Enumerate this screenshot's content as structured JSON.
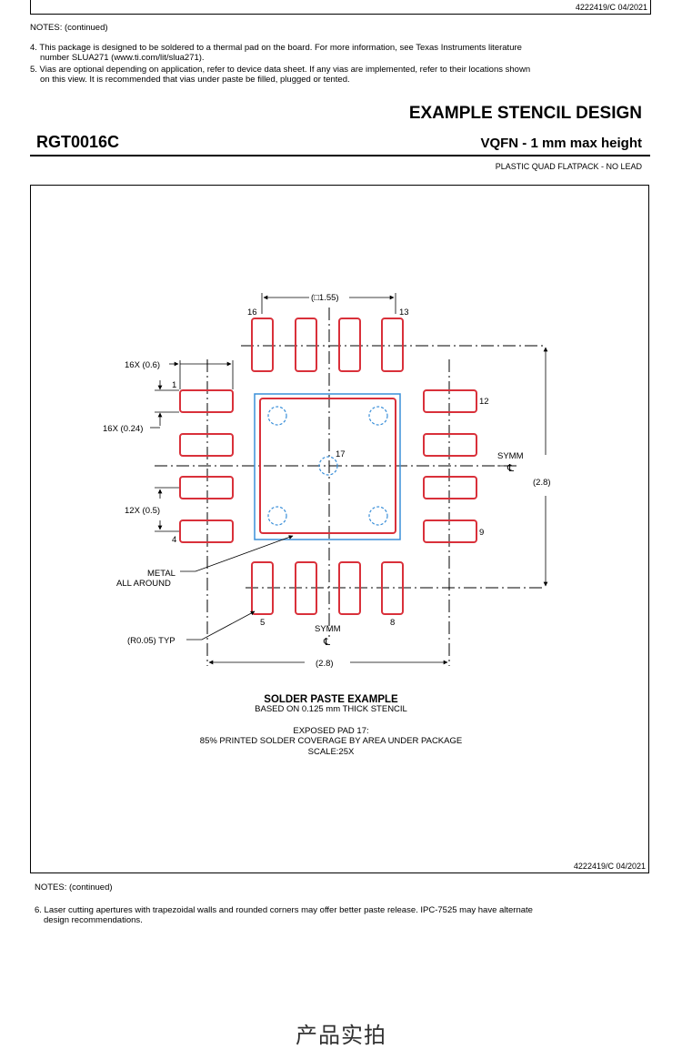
{
  "top": {
    "doc_ref": "4222419/C  04/2021"
  },
  "notes_top": {
    "heading": "NOTES: (continued)",
    "note4_line1": "4. This package is designed to be soldered to a thermal pad on the board. For more information, see Texas Instruments literature",
    "note4_line2": "number SLUA271 (www.ti.com/lit/slua271).",
    "note5_line1": "5. Vias are optional depending on application, refer to device data sheet. If any vias are implemented, refer to their locations shown",
    "note5_line2": "on this view. It is recommended that vias under paste be filled, plugged or tented."
  },
  "header": {
    "stencil_title": "EXAMPLE STENCIL DESIGN",
    "package_code": "RGT0016C",
    "package_desc": "VQFN - 1 mm max height",
    "package_type": "PLASTIC QUAD FLATPACK - NO LEAD"
  },
  "drawing": {
    "dim_top": "(□1.55)",
    "pin16": "16",
    "pin13": "13",
    "pin12": "12",
    "pin9": "9",
    "pin1": "1",
    "pin4": "4",
    "pin5": "5",
    "pin8": "8",
    "pad17": "17",
    "dim_16x_06": "16X (0.6)",
    "dim_16x_024": "16X (0.24)",
    "dim_12x_05": "12X (0.5)",
    "symm_right": "SYMM",
    "symm_bottom": "SYMM",
    "centerline_symbol": "℄",
    "dim_28_right": "(2.8)",
    "dim_28_bottom": "(2.8)",
    "metal_line1": "METAL",
    "metal_line2": "ALL AROUND",
    "radius_typ": "(R0.05) TYP",
    "colors": {
      "pad": "#d9303a",
      "metal": "#3a8fd9",
      "lines": "#000000"
    }
  },
  "captions": {
    "title": "SOLDER PASTE EXAMPLE",
    "subtitle": "BASED ON 0.125 mm THICK STENCIL",
    "exposed": "EXPOSED PAD 17:",
    "coverage": "85% PRINTED SOLDER COVERAGE BY AREA UNDER PACKAGE",
    "scale": "SCALE:25X"
  },
  "frame_doc_ref": "4222419/C  04/2021",
  "notes_bottom": {
    "heading": "NOTES: (continued)",
    "note6_line1": "6. Laser cutting apertures with trapezoidal walls and rounded corners may offer better paste release. IPC-7525 may have alternate",
    "note6_line2": "design recommendations."
  },
  "footer": {
    "chinese_caption": "产品实拍"
  }
}
